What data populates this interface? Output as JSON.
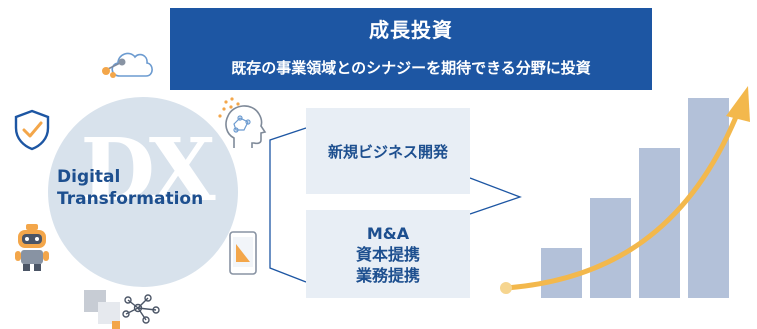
{
  "title": {
    "main": "成長投資",
    "sub": "既存の事業領域とのシナジーを期待できる分野に投資"
  },
  "dx": {
    "big": "DX",
    "label_line1": "Digital",
    "label_line2": "Transformation"
  },
  "boxes": {
    "new_business": "新規ビジネス開発",
    "ma_line1": "M&A",
    "ma_line2": "資本提携",
    "ma_line3": "業務提携"
  },
  "chart_data": {
    "type": "bar",
    "categories": [
      "",
      "",
      "",
      ""
    ],
    "values": [
      1,
      2,
      3,
      4
    ],
    "ylim": [
      0,
      4.2
    ],
    "bar_color": "#b3c1d9",
    "arrow_color": "#f3b84c"
  },
  "icons": [
    "cloud-icon",
    "shield-check-icon",
    "ai-head-icon",
    "robot-icon",
    "tablet-chart-icon",
    "network-icon"
  ],
  "colors": {
    "primary": "#1d56a3",
    "text": "#1d4f8f",
    "box": "#e8eef5",
    "circle": "#d8e2ec"
  }
}
